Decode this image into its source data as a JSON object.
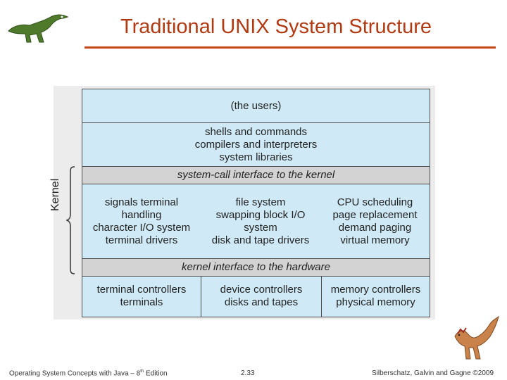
{
  "title": "Traditional UNIX System Structure",
  "diagram": {
    "users": "(the users)",
    "shells": [
      "shells and commands",
      "compilers and interpreters",
      "system libraries"
    ],
    "syscall": "system-call interface to the kernel",
    "kernel_cols": [
      [
        "signals terminal",
        "handling",
        "character I/O system",
        "terminal drivers"
      ],
      [
        "file system",
        "swapping block I/O",
        "system",
        "disk and tape drivers"
      ],
      [
        "CPU scheduling",
        "page replacement",
        "demand paging",
        "virtual memory"
      ]
    ],
    "hwif": "kernel interface to the hardware",
    "hw_cols": [
      [
        "terminal controllers",
        "terminals"
      ],
      [
        "device controllers",
        "disks and tapes"
      ],
      [
        "memory controllers",
        "physical memory"
      ]
    ],
    "kernel_label": "Kernel"
  },
  "footer": {
    "left_prefix": "Operating System Concepts with Java – 8",
    "left_sup": "th",
    "left_suffix": " Edition",
    "center": "2.33",
    "right": "Silberschatz, Galvin and Gagne ©2009"
  },
  "colors": {
    "title": "#b23a12",
    "rule": "#c8471a",
    "band": "#cfeaf6",
    "gray_band": "#d3d3d3"
  },
  "icons": [
    "dinosaur-logo-icon",
    "dinosaur-mascot-icon"
  ]
}
